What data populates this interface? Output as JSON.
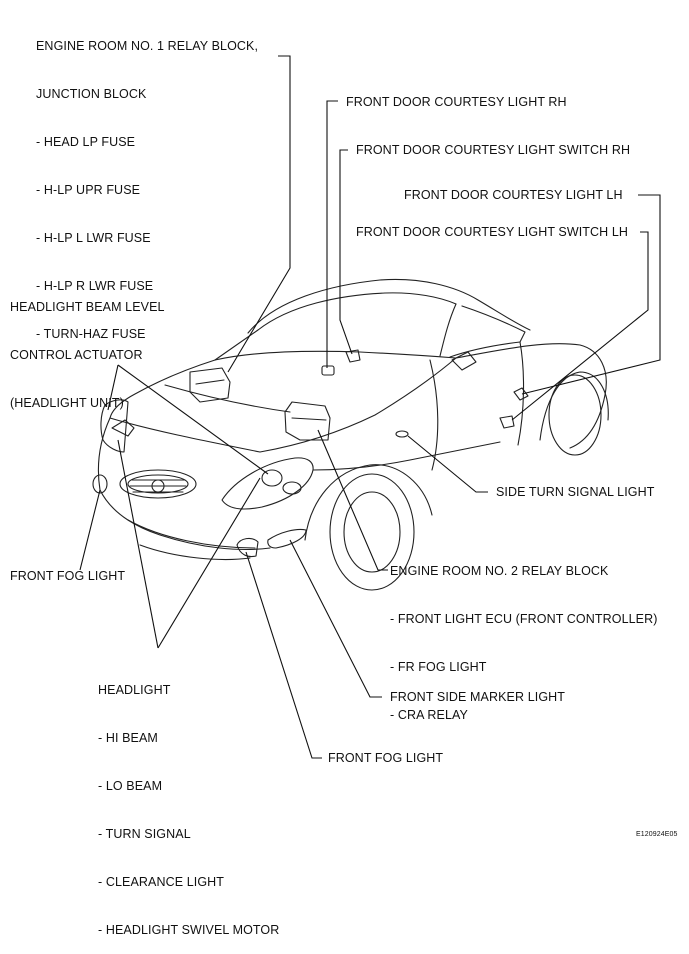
{
  "labels": {
    "relay_block_1": {
      "lines": [
        "ENGINE ROOM NO. 1 RELAY BLOCK,",
        "JUNCTION BLOCK",
        "- HEAD LP FUSE",
        "- H-LP UPR FUSE",
        "- H-LP L LWR FUSE",
        "- H-LP R LWR FUSE",
        "- TURN-HAZ FUSE"
      ]
    },
    "door_light_rh": "FRONT DOOR COURTESY LIGHT RH",
    "door_switch_rh": "FRONT DOOR COURTESY LIGHT SWITCH RH",
    "door_light_lh": "FRONT DOOR COURTESY LIGHT LH",
    "door_switch_lh": "FRONT DOOR COURTESY LIGHT SWITCH LH",
    "beam_level_actuator": {
      "lines": [
        "HEADLIGHT BEAM LEVEL",
        "CONTROL ACTUATOR",
        "(HEADLIGHT UNIT)"
      ]
    },
    "side_turn_signal": "SIDE TURN SIGNAL LIGHT",
    "relay_block_2": {
      "lines": [
        "ENGINE ROOM NO. 2 RELAY BLOCK",
        "- FRONT LIGHT ECU (FRONT CONTROLLER)",
        "- FR FOG LIGHT",
        "- CRA RELAY"
      ]
    },
    "front_fog_left": "FRONT FOG LIGHT",
    "headlight": {
      "lines": [
        "HEADLIGHT",
        "- HI BEAM",
        "- LO BEAM",
        "- TURN SIGNAL",
        "- CLEARANCE LIGHT",
        "- HEADLIGHT SWIVEL MOTOR"
      ]
    },
    "front_side_marker": "FRONT SIDE MARKER LIGHT",
    "front_fog_bottom": "FRONT FOG LIGHT",
    "figure_code": "E120924E05"
  }
}
